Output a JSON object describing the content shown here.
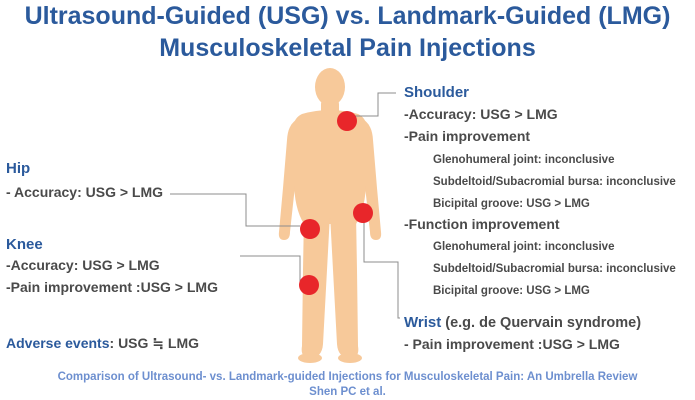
{
  "title": {
    "line1": "Ultrasound-Guided (USG) vs. Landmark-Guided (LMG)",
    "line2": "Musculoskeletal Pain Injections"
  },
  "shoulder": {
    "heading": "Shoulder",
    "accuracy": "-Accuracy: USG > LMG",
    "pain_heading": "-Pain improvement",
    "pain_items": [
      "Glenohumeral joint: inconclusive",
      "Subdeltoid/Subacromial bursa: inconclusive",
      "Bicipital groove: USG > LMG"
    ],
    "function_heading": "-Function improvement",
    "function_items": [
      "Glenohumeral joint: inconclusive",
      "Subdeltoid/Subacromial bursa: inconclusive",
      "Bicipital groove: USG > LMG"
    ]
  },
  "hip": {
    "heading": "Hip",
    "accuracy": "- Accuracy: USG > LMG"
  },
  "knee": {
    "heading": "Knee",
    "accuracy": "-Accuracy: USG > LMG",
    "pain": "-Pain improvement :USG > LMG"
  },
  "wrist": {
    "heading": "Wrist",
    "heading_note": " (e.g. de Quervain syndrome)",
    "pain": "- Pain improvement :USG > LMG"
  },
  "adverse": {
    "label": "Adverse events",
    "value": ": USG ≒ LMG"
  },
  "caption": {
    "line1": "Comparison of Ultrasound- vs. Landmark-guided Injections for Musculoskeletal Pain: An Umbrella Review",
    "line2": "Shen PC et al."
  },
  "colors": {
    "title": "#2b5a9c",
    "body_text": "#4a4a4a",
    "caption": "#6d8fcf",
    "figure_skin": "#f7c99a",
    "marker": "#e8262a",
    "connector": "#8c8c8c"
  }
}
